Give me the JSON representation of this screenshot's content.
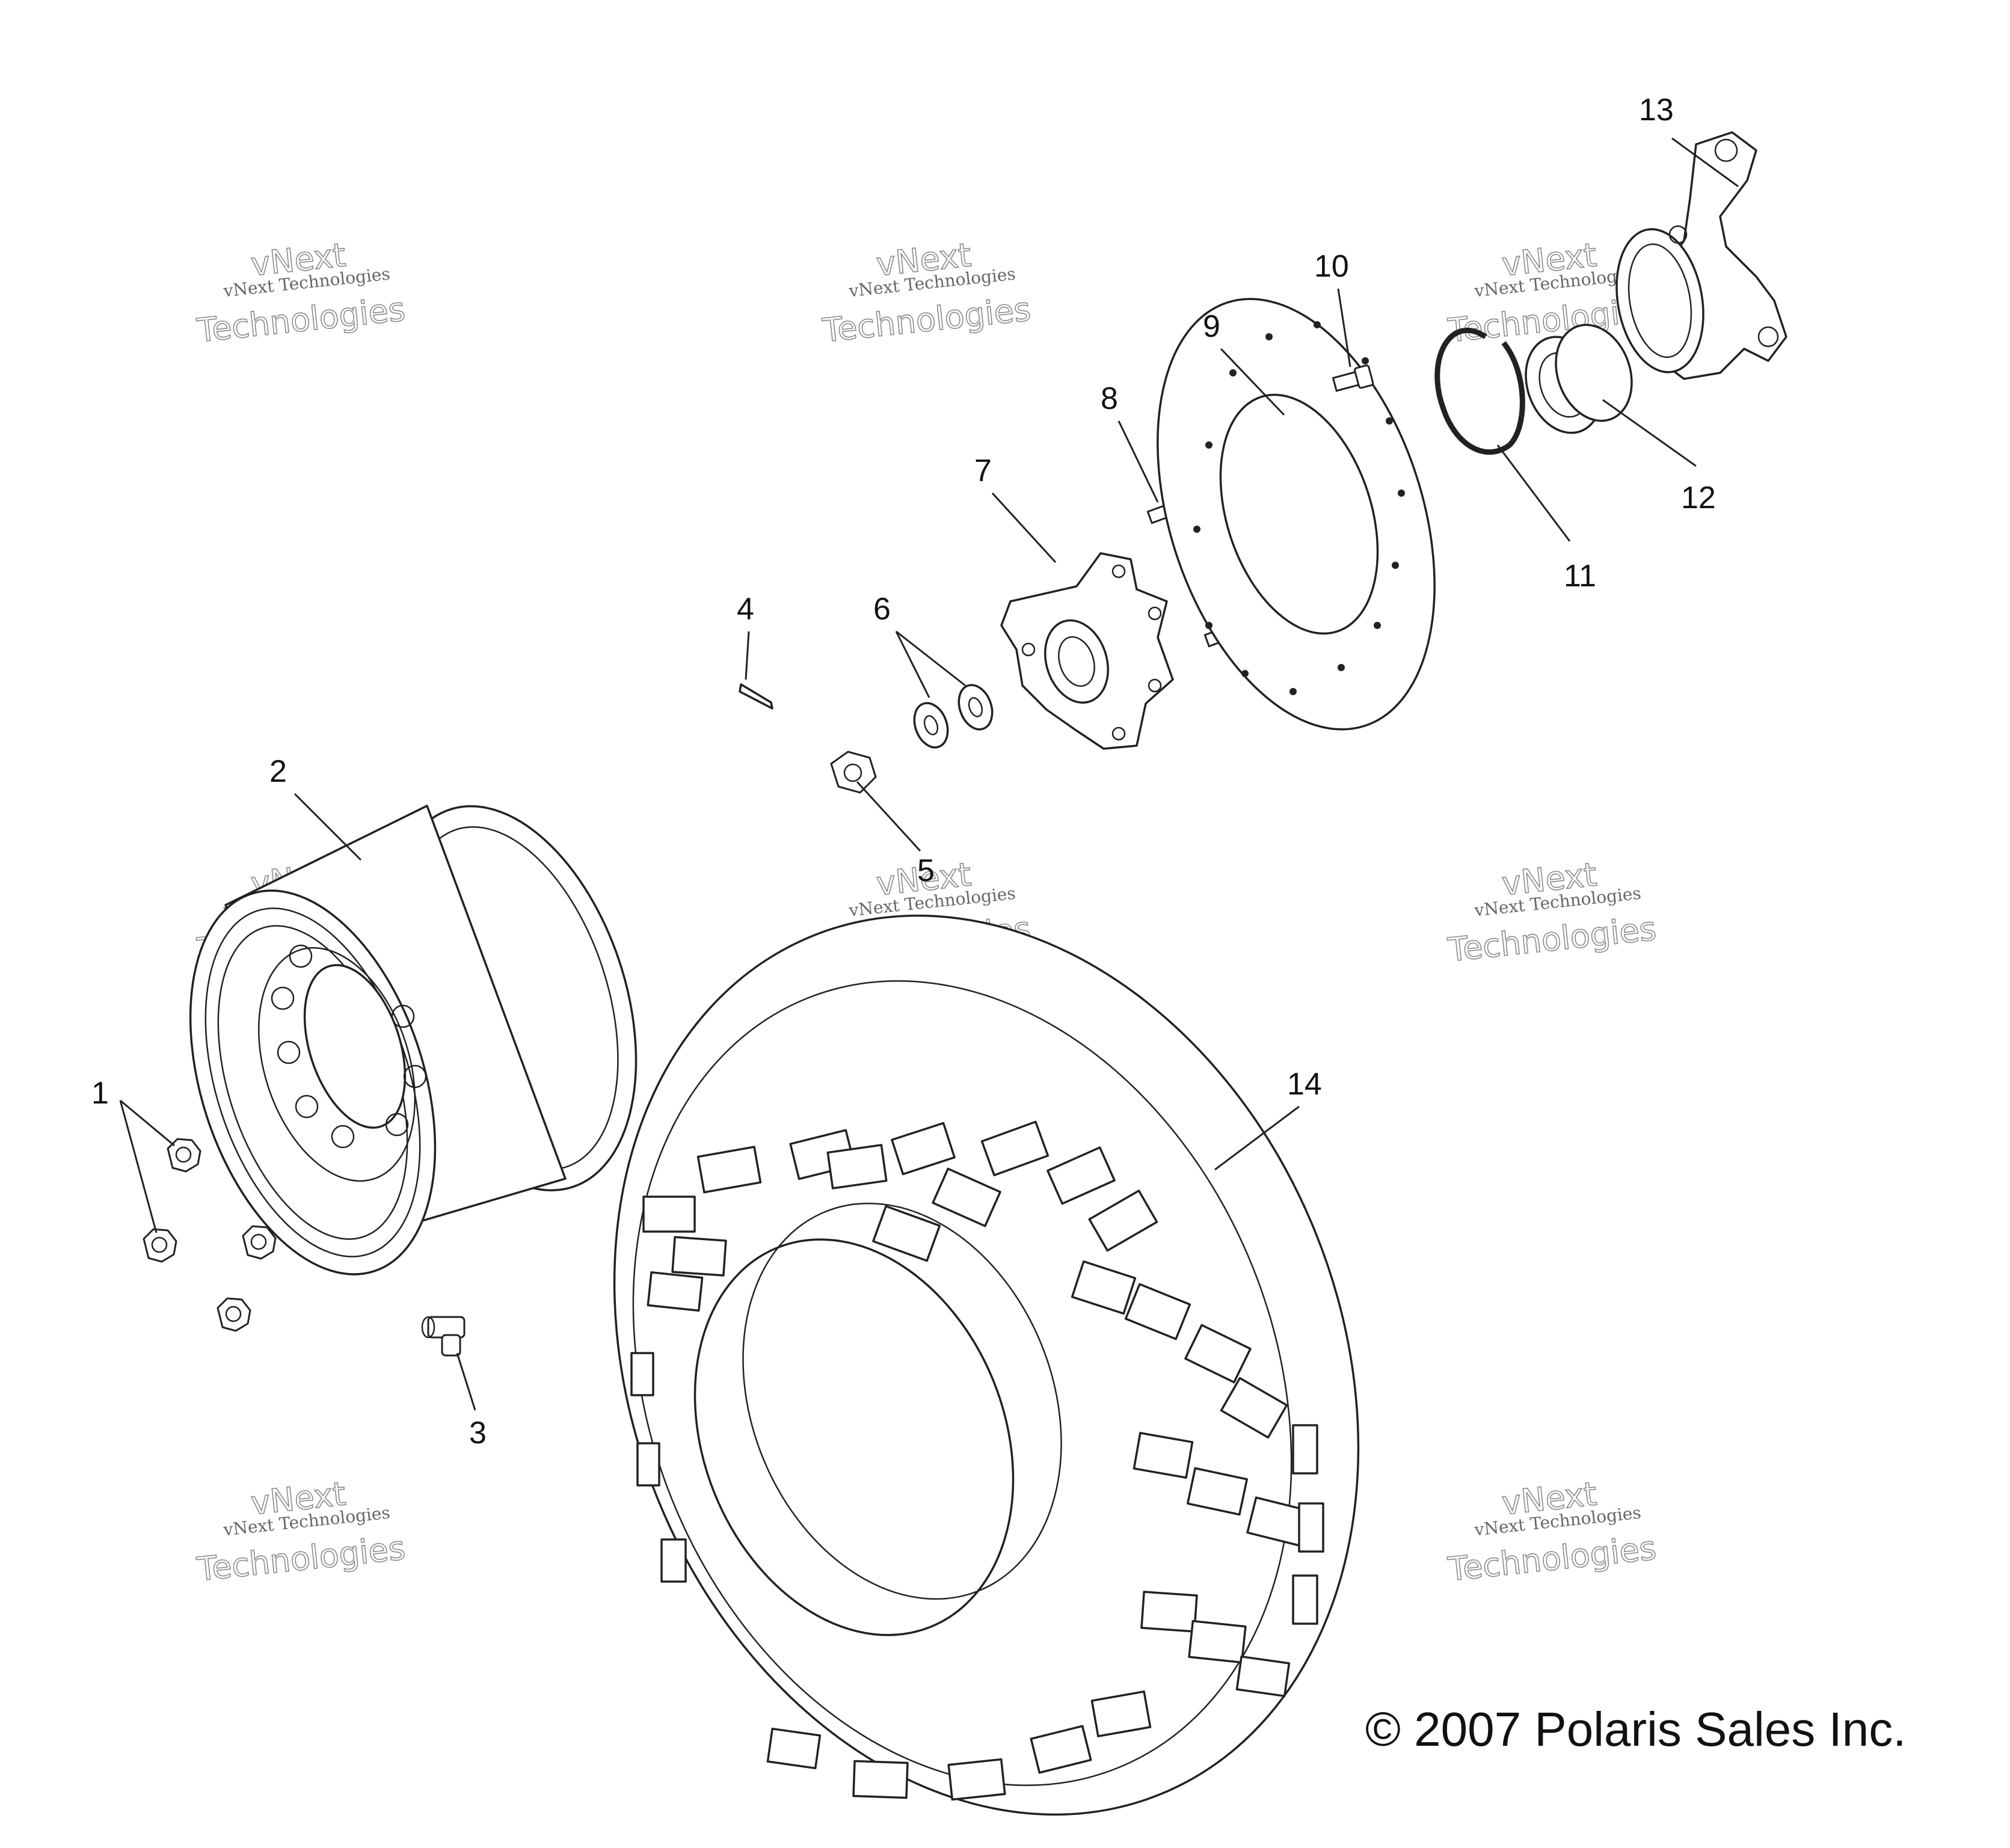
{
  "callouts": [
    {
      "id": "1",
      "label": "1"
    },
    {
      "id": "2",
      "label": "2"
    },
    {
      "id": "3",
      "label": "3"
    },
    {
      "id": "4",
      "label": "4"
    },
    {
      "id": "5",
      "label": "5"
    },
    {
      "id": "6",
      "label": "6"
    },
    {
      "id": "7",
      "label": "7"
    },
    {
      "id": "8",
      "label": "8"
    },
    {
      "id": "9",
      "label": "9"
    },
    {
      "id": "10",
      "label": "10"
    },
    {
      "id": "11",
      "label": "11"
    },
    {
      "id": "12",
      "label": "12"
    },
    {
      "id": "13",
      "label": "13"
    },
    {
      "id": "14",
      "label": "14"
    }
  ],
  "watermark": {
    "line_small": "vNext Technologies",
    "line_big_1": "vNext",
    "line_big_2": "Technologies"
  },
  "copyright": "© 2007 Polaris Sales Inc."
}
